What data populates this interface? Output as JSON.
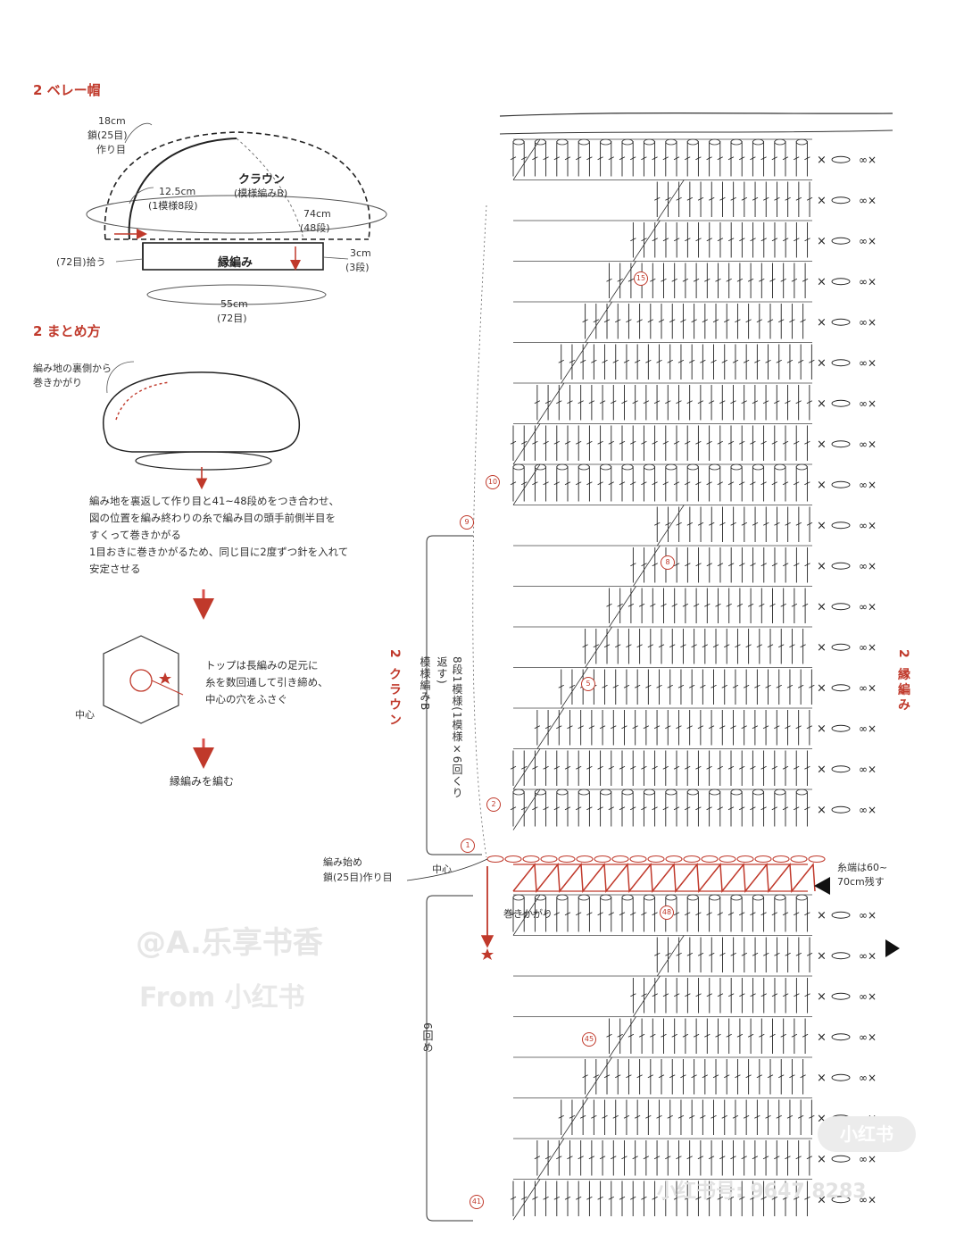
{
  "beret": {
    "section_title": "2 ベレー帽",
    "top_width": "18cm",
    "top_chain": "鎖(25目)",
    "top_foundation": "作り目",
    "crown_title": "クラウン",
    "crown_pattern": "(模様編みB)",
    "inner_width": "12.5cm",
    "inner_repeat": "(1模様8段)",
    "side_width": "74cm",
    "side_rows": "(48段)",
    "pickup": "(72目)拾う",
    "brim": "縁編み",
    "brim_height": "3cm",
    "brim_rows": "(3段)",
    "bottom_width": "55cm",
    "bottom_stitches": "(72目)"
  },
  "assembly": {
    "section_title": "2 まとめ方",
    "whip_label_1": "編み地の裏側から",
    "whip_label_2": "巻きかがり",
    "step1_line1": "編み地を裏返して作り目と41~48段めをつき合わせ、",
    "step1_line2": "図の位置を編み終わりの糸で編み目の頭手前側半目を",
    "step1_line3": "すくって巻きかがる",
    "step1_line4": "1目おきに巻きかがるため、同じ目に2度ずつ針を入れて",
    "step1_line5": "安定させる",
    "top_note_1": "トップは長編みの足元に",
    "top_note_2": "糸を数回通して引き締め、",
    "top_note_3": "中心の穴をふさぐ",
    "center": "中心",
    "final_step": "縁編みを編む"
  },
  "chart": {
    "crown_label": "2 クラウン",
    "pattern_label": "模様編みB",
    "repeat_label": "8段1模様(1模様×6回くり返す)",
    "start_1": "編み始め",
    "start_2": "鎖(25目)作り目",
    "center": "中心",
    "whip": "巻きかがり",
    "yarn_end_1": "糸端は60~",
    "yarn_end_2": "70cm残す",
    "brim_label": "2 縁編み",
    "times": "6回め",
    "row_numbers": [
      "15",
      "10",
      "9",
      "8",
      "5",
      "2",
      "1",
      "48",
      "45",
      "41"
    ],
    "accent_color": "#c0392b",
    "icon_names": [
      "star-icon",
      "arrow-down-icon",
      "arrow-left-icon",
      "triangle-marker-icon"
    ]
  },
  "watermark": {
    "handle": "@A.乐享书香",
    "source": "From 小红书",
    "id_text": "小红书号: 9647 8283",
    "badge": "小红书"
  }
}
